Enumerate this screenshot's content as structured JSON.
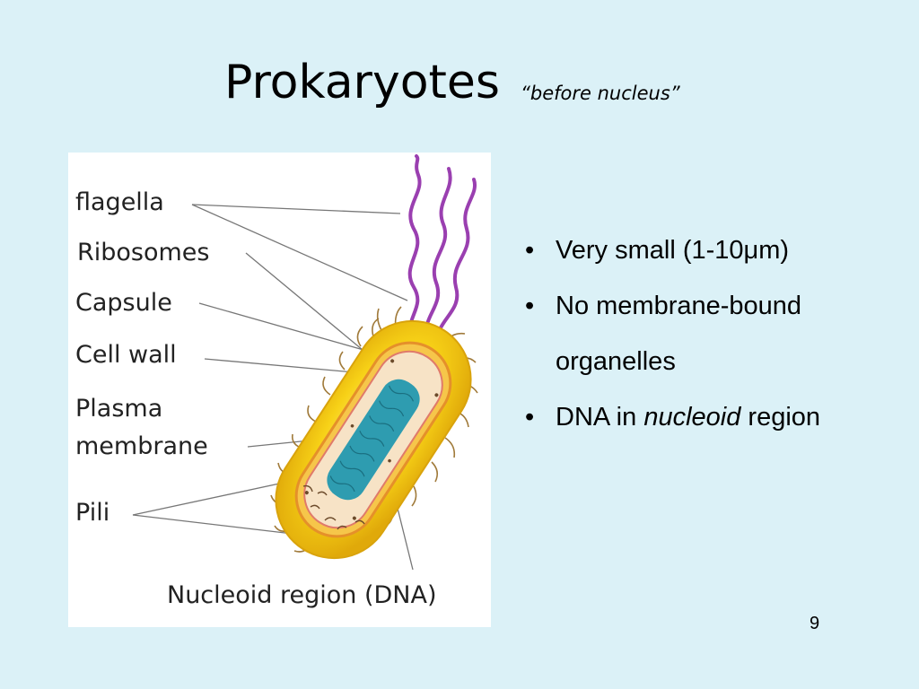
{
  "slide": {
    "title": "Prokaryotes",
    "subtitle": "“before nucleus”",
    "page_number": "9"
  },
  "diagram": {
    "labels": {
      "flagella": "flagella",
      "ribosomes": "Ribosomes",
      "capsule": "Capsule",
      "cell_wall": "Cell wall",
      "plasma": "Plasma",
      "membrane": "membrane",
      "pili": "Pili",
      "nucleoid": "Nucleoid region (DNA)"
    }
  },
  "bullets": {
    "b1": "Very small  (1-10μm)",
    "b2a": "No membrane-bound",
    "b2b": "organelles",
    "b3_pre": "DNA in ",
    "b3_em": "nucleoid",
    "b3_post": " region"
  },
  "colors": {
    "background": "#dbf1f7",
    "capsule": "#f5d21a",
    "flagella": "#9a3fb0",
    "nucleoid": "#2e9cb0"
  }
}
